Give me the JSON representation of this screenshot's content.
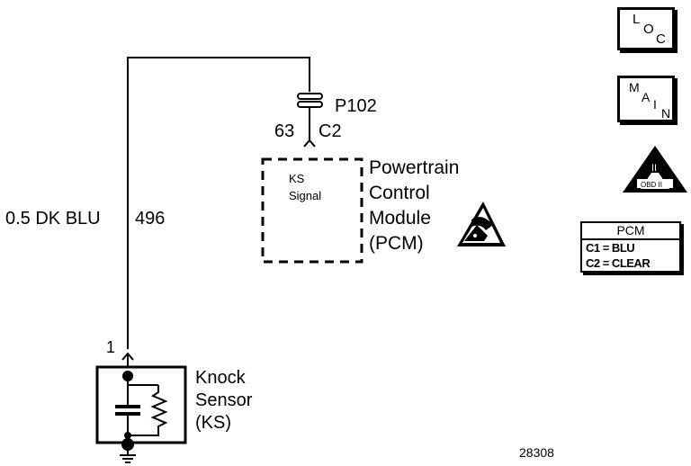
{
  "connector": {
    "name": "P102",
    "pin_left": "63",
    "pin_right": "C2"
  },
  "wire": {
    "color": "0.5 DK BLU",
    "circuit": "496"
  },
  "module": {
    "signal_label_line1": "KS",
    "signal_label_line2": "Signal",
    "name_line1": "Powertrain",
    "name_line2": "Control",
    "name_line3": "Module",
    "name_line4": "(PCM)",
    "esd_icon": "esd-warning-icon"
  },
  "sensor": {
    "pin": "1",
    "name_line1": "Knock",
    "name_line2": "Sensor",
    "name_line3": "(KS)"
  },
  "badges": {
    "loc_l": "L",
    "loc_o": "O",
    "loc_c": "C",
    "main_m": "M",
    "main_a": "A",
    "main_i": "I",
    "main_n": "N",
    "obd_numeral": "II",
    "obd_label": "OBD II"
  },
  "pcm_table": {
    "header": "PCM",
    "rows": [
      "C1 = BLU",
      "C2 = CLEAR"
    ]
  },
  "figure_number": "28308"
}
